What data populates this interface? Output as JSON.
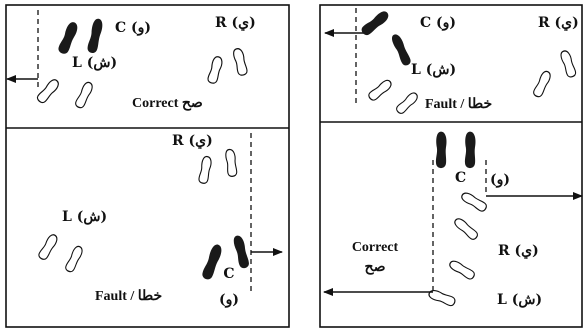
{
  "panels": [
    {
      "id": "top-left",
      "labels": {
        "c": "C (و)",
        "r": "R (ي)",
        "l": "L (ش)"
      },
      "caption": "Correct صح"
    },
    {
      "id": "top-right",
      "labels": {
        "c": "C (و)",
        "r": "R (ي)",
        "l": "L (ش)"
      },
      "caption": "Fault / خطا"
    },
    {
      "id": "bottom-left",
      "labels": {
        "r": "R (ي)",
        "l": "L (ش)",
        "c1": "C",
        "c2": "(و)"
      },
      "caption": "Fault / خطا"
    },
    {
      "id": "bottom-right",
      "labels": {
        "c1": "C",
        "c2": "(و)",
        "r": "R (ي)",
        "l": "L (ش)"
      },
      "caption1": "Correct",
      "caption2": "صح"
    }
  ],
  "colors": {
    "line": "#111111",
    "dark_shoe": "#1a1a1a",
    "background": "#ffffff"
  }
}
